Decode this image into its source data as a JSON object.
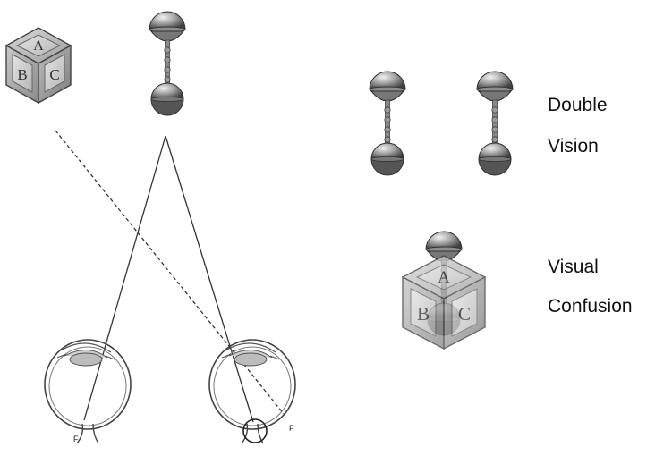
{
  "labels": {
    "double": "Double",
    "vision": "Vision",
    "visual": "Visual",
    "confusion": "Confusion"
  },
  "cube_letters": {
    "top": "A",
    "left": "B",
    "right": "C"
  },
  "fovea_label": "F"
}
